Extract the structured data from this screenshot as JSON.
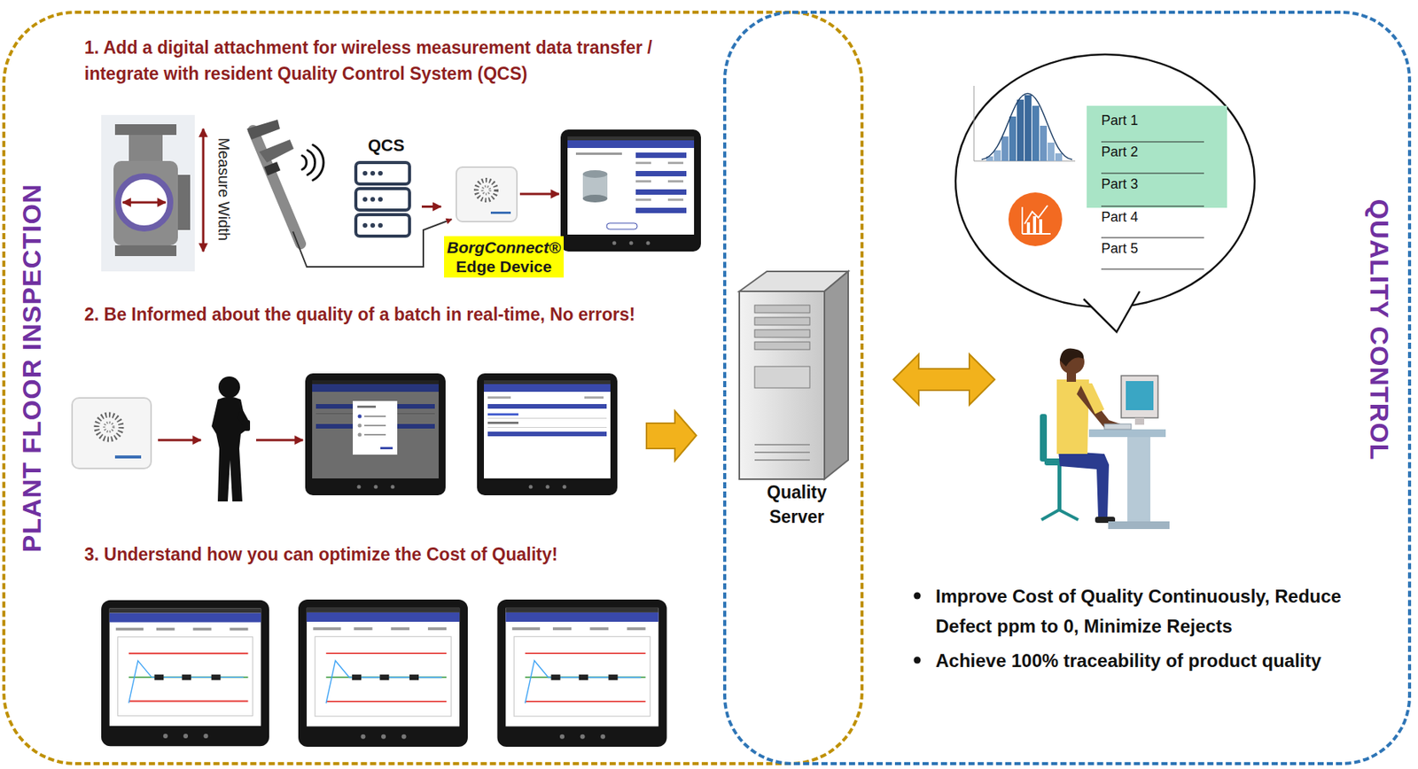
{
  "diagram": {
    "nodes": [
      {
        "text": [
          "PLANT FLOOR INSPECTION"
        ]
      },
      {
        "text": [
          "QUALITY CONTROL"
        ]
      },
      {
        "text": [
          "QCS"
        ],
        "in": 0
      },
      {
        "text": [
          "BorgConnect®",
          "Edge Device"
        ],
        "in": 0
      },
      {
        "text": [
          "Quality Server"
        ]
      }
    ],
    "edges": [
      {
        "from": 2,
        "to": 3,
        "arrow": "to"
      }
    ],
    "labels": [
      "1. Add a digital attachment for wireless measurement data transfer / integrate with resident Quality Control System (QCS)",
      "Measure Width",
      "2. Be Informed about the quality of a batch in real-time, No errors!",
      "3. Understand how you can optimize the Cost of Quality!",
      "Part 1",
      "Part 2",
      "Part 3",
      "Part 4",
      "Part 5",
      "Improve Cost of Quality Continuously, Reduce Defect ppm to 0, Minimize Rejects",
      "Achieve 100% traceability of product quality"
    ]
  }
}
